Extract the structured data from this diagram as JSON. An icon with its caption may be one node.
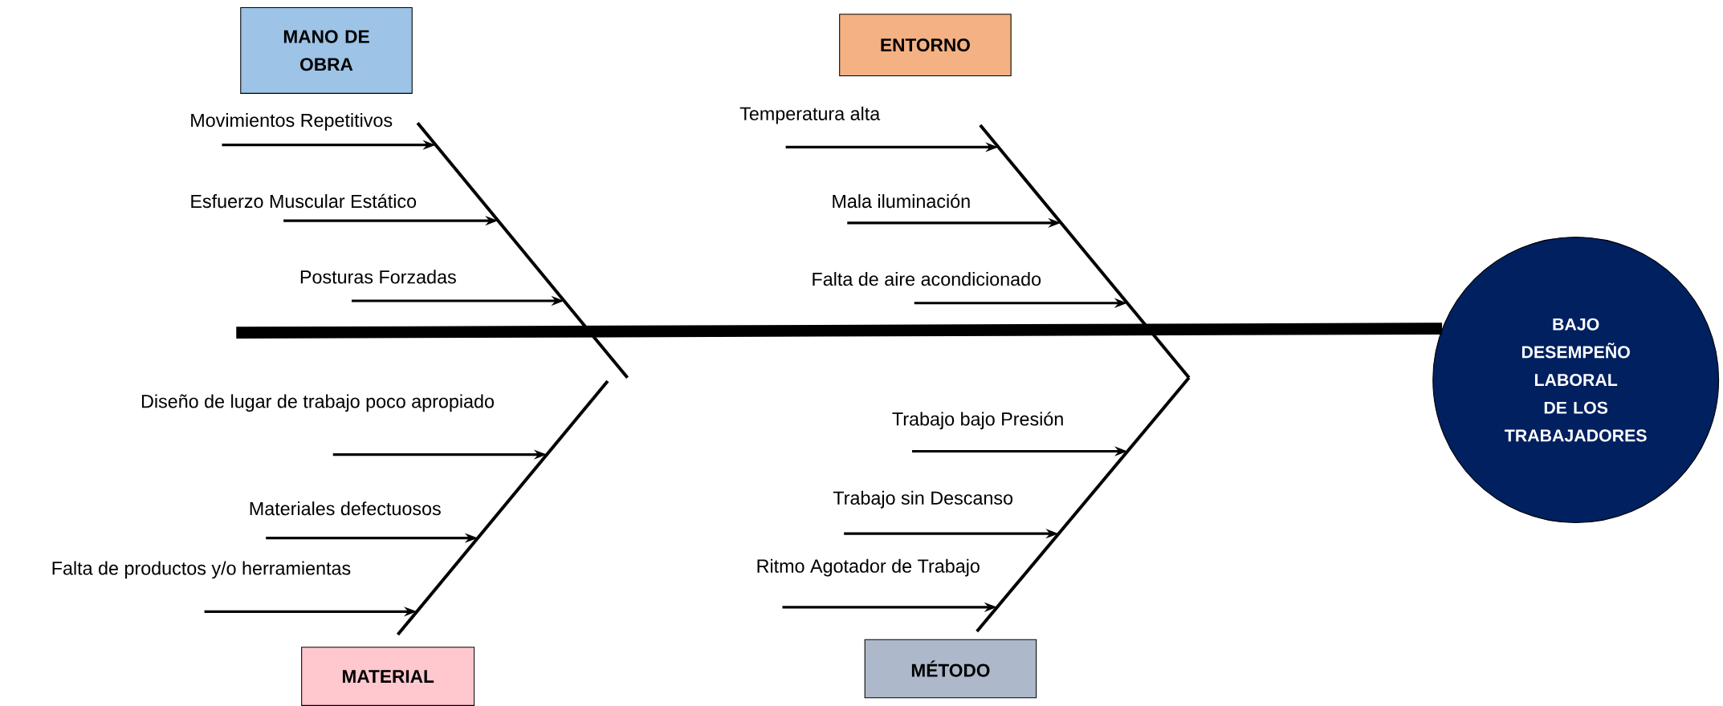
{
  "diagram": {
    "nodes": [
      {
        "text": [
          "MANO DE OBRA"
        ]
      },
      {
        "text": [
          "ENTORNO"
        ]
      },
      {
        "text": [
          "MATERIAL"
        ]
      },
      {
        "text": [
          "MÉTODO"
        ]
      },
      {
        "text": [
          "BAJO DESEMPEÑO LABORAL DE LOS TRABAJADORES"
        ]
      },
      {
        "text": [],
        "shape": "bar"
      },
      {
        "text": [],
        "shape": "bar"
      },
      {
        "text": [],
        "shape": "bar"
      },
      {
        "text": [],
        "shape": "bar"
      },
      {
        "text": [
          "Movimientos Repetitivos"
        ]
      },
      {
        "text": [
          "Esfuerzo Muscular Estático"
        ]
      },
      {
        "text": [
          "Posturas Forzadas"
        ]
      },
      {
        "text": [
          "Diseño de lugar de trabajo poco apropiado"
        ]
      },
      {
        "text": [
          "Materiales defectuosos"
        ]
      },
      {
        "text": [
          "Falta de productos y/o herramientas"
        ]
      },
      {
        "text": [
          "Temperatura alta"
        ]
      },
      {
        "text": [
          "Mala iluminación"
        ]
      },
      {
        "text": [
          "Falta de aire acondicionado"
        ]
      },
      {
        "text": [
          "Trabajo bajo Presión"
        ]
      },
      {
        "text": [
          "Trabajo sin Descanso"
        ]
      },
      {
        "text": [
          "Ritmo Agotador de Trabajo"
        ]
      }
    ],
    "edges": [
      {
        "from": null,
        "to": 4,
        "arrow": "none",
        "style": "thick"
      },
      {
        "from": 9,
        "to": 5,
        "arrow": "to"
      },
      {
        "from": 10,
        "to": 5,
        "arrow": "to"
      },
      {
        "from": 11,
        "to": 5,
        "arrow": "to"
      },
      {
        "from": 12,
        "to": 6,
        "arrow": "to"
      },
      {
        "from": 13,
        "to": 6,
        "arrow": "to"
      },
      {
        "from": 14,
        "to": 6,
        "arrow": "to"
      },
      {
        "from": 15,
        "to": 7,
        "arrow": "to"
      },
      {
        "from": 16,
        "to": 7,
        "arrow": "to"
      },
      {
        "from": 17,
        "to": 7,
        "arrow": "to"
      },
      {
        "from": 18,
        "to": 8,
        "arrow": "to"
      },
      {
        "from": 19,
        "to": 8,
        "arrow": "to"
      },
      {
        "from": 20,
        "to": 8,
        "arrow": "to"
      }
    ]
  }
}
